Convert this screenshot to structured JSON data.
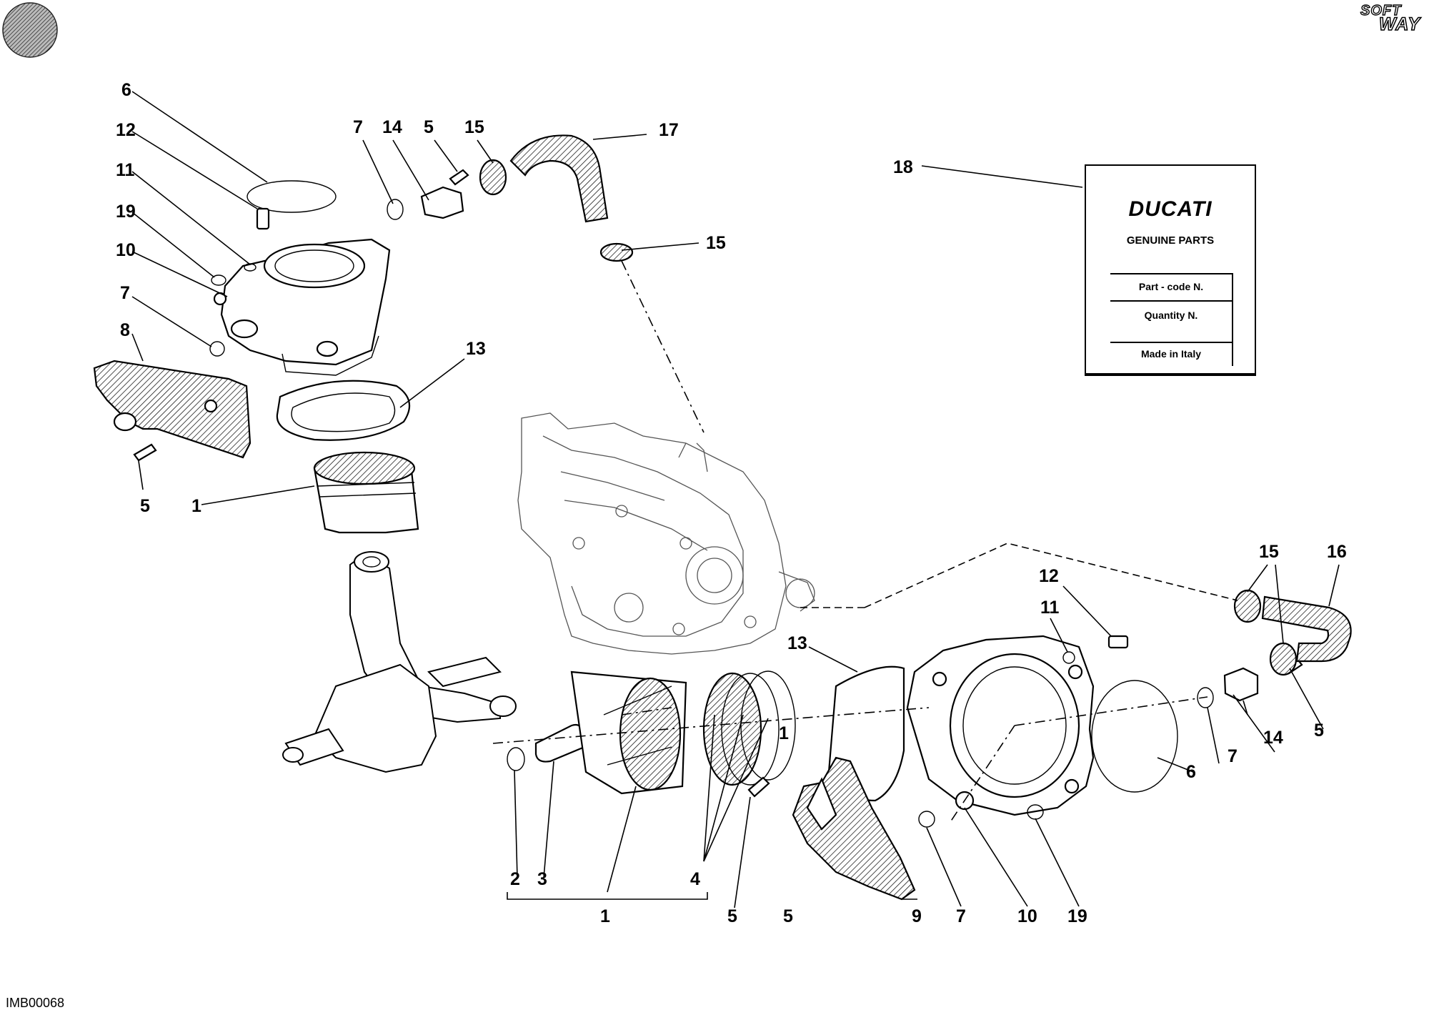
{
  "diagram": {
    "image_code": "IMB00068",
    "logo": {
      "line1": "SOFT",
      "line2": "WAY"
    },
    "parts_label": {
      "brand": "DUCATI",
      "subtitle": "GENUINE PARTS",
      "field1": "Part - code N.",
      "field2": "Quantity N.",
      "field3": "Made in Italy"
    },
    "callouts": [
      "1",
      "1",
      "1",
      "2",
      "3",
      "4",
      "5",
      "5",
      "5",
      "5",
      "5",
      "6",
      "6",
      "7",
      "7",
      "7",
      "7",
      "8",
      "9",
      "10",
      "10",
      "11",
      "11",
      "12",
      "12",
      "13",
      "13",
      "14",
      "14",
      "15",
      "15",
      "15",
      "16",
      "17",
      "18",
      "19",
      "19"
    ],
    "colors": {
      "ink": "#000000",
      "paper": "#ffffff"
    }
  }
}
